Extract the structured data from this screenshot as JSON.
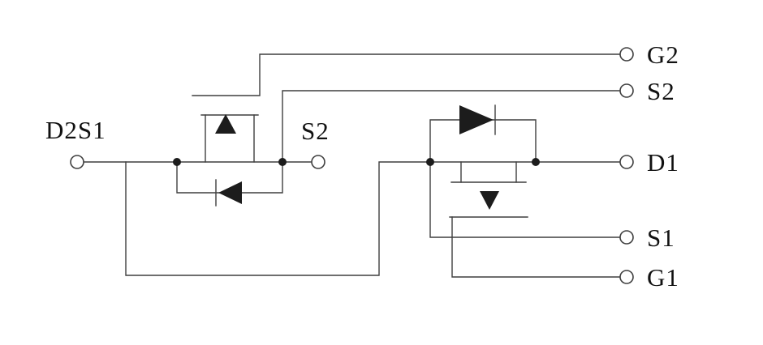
{
  "schematic": {
    "colors": {
      "background": "#ffffff",
      "line": "#3f3f3f",
      "solid": "#1c1c1c",
      "text": "#111111"
    },
    "pads": {
      "left": {
        "label": "D2S1"
      },
      "middle": {
        "label": "S2"
      }
    },
    "right_pins": [
      {
        "label": "G2"
      },
      {
        "label": "S2"
      },
      {
        "label": "D1"
      },
      {
        "label": "S1"
      },
      {
        "label": "G1"
      }
    ],
    "symbols": {
      "q2": {
        "body_diode_direction": "left",
        "channel_arrow_direction": "up"
      },
      "q1": {
        "body_diode_direction": "right",
        "channel_arrow_direction": "down"
      }
    }
  }
}
